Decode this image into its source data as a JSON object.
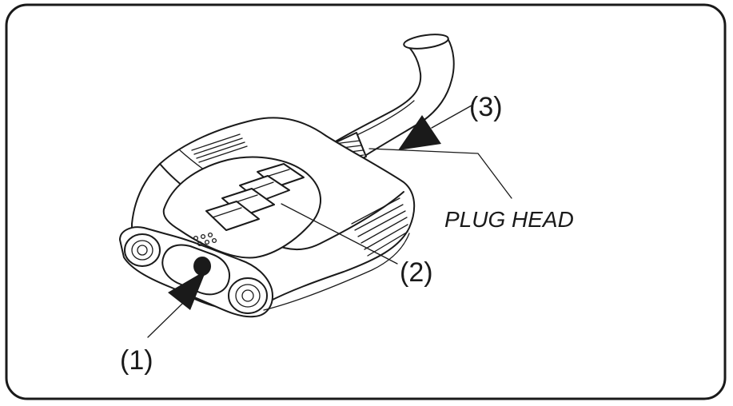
{
  "diagram": {
    "callouts": [
      {
        "id": "1",
        "text": "(1)"
      },
      {
        "id": "2",
        "text": "(2)"
      },
      {
        "id": "3",
        "text": "(3)"
      }
    ],
    "plug_head_label": "PLUG HEAD"
  }
}
